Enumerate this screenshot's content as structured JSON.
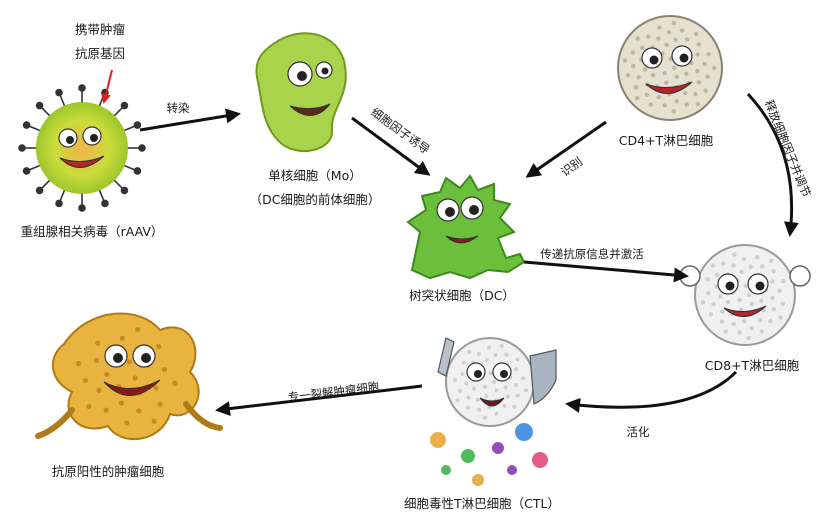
{
  "nodes": {
    "raav": {
      "label": "重组腺相关病毒（rAAV）",
      "annotation_line1": "携带肿瘤",
      "annotation_line2": "抗原基因",
      "fill": "#b8d62a",
      "accent": "#f08a1c"
    },
    "monocyte": {
      "label": "单核细胞（Mo）",
      "sublabel": "（DC细胞的前体细胞）",
      "fill": "#a9d34a"
    },
    "dc": {
      "label": "树突状细胞（DC）",
      "fill": "#6cbf3a"
    },
    "cd4": {
      "label": "CD4+T淋巴细胞",
      "fill": "#e6e0d0"
    },
    "cd8": {
      "label": "CD8+T淋巴细胞",
      "fill": "#f0f0f0"
    },
    "ctl": {
      "label": "细胞毒性T淋巴细胞（CTL）",
      "fill": "#f0f0f0"
    },
    "tumor": {
      "label": "抗原阳性的肿瘤细胞",
      "fill": "#e9b33f"
    }
  },
  "edges": {
    "transfect": "转染",
    "cytokine_induce": "细胞因子诱导",
    "recognize": "识别",
    "release_cytokine": "释放细胞因子并调节",
    "present_antigen": "传递抗原信息并激活",
    "activate": "活化",
    "kill": "专一裂解肿瘤细胞"
  },
  "colors": {
    "arrow": "#111111",
    "annotation_arrow": "#e02020"
  }
}
